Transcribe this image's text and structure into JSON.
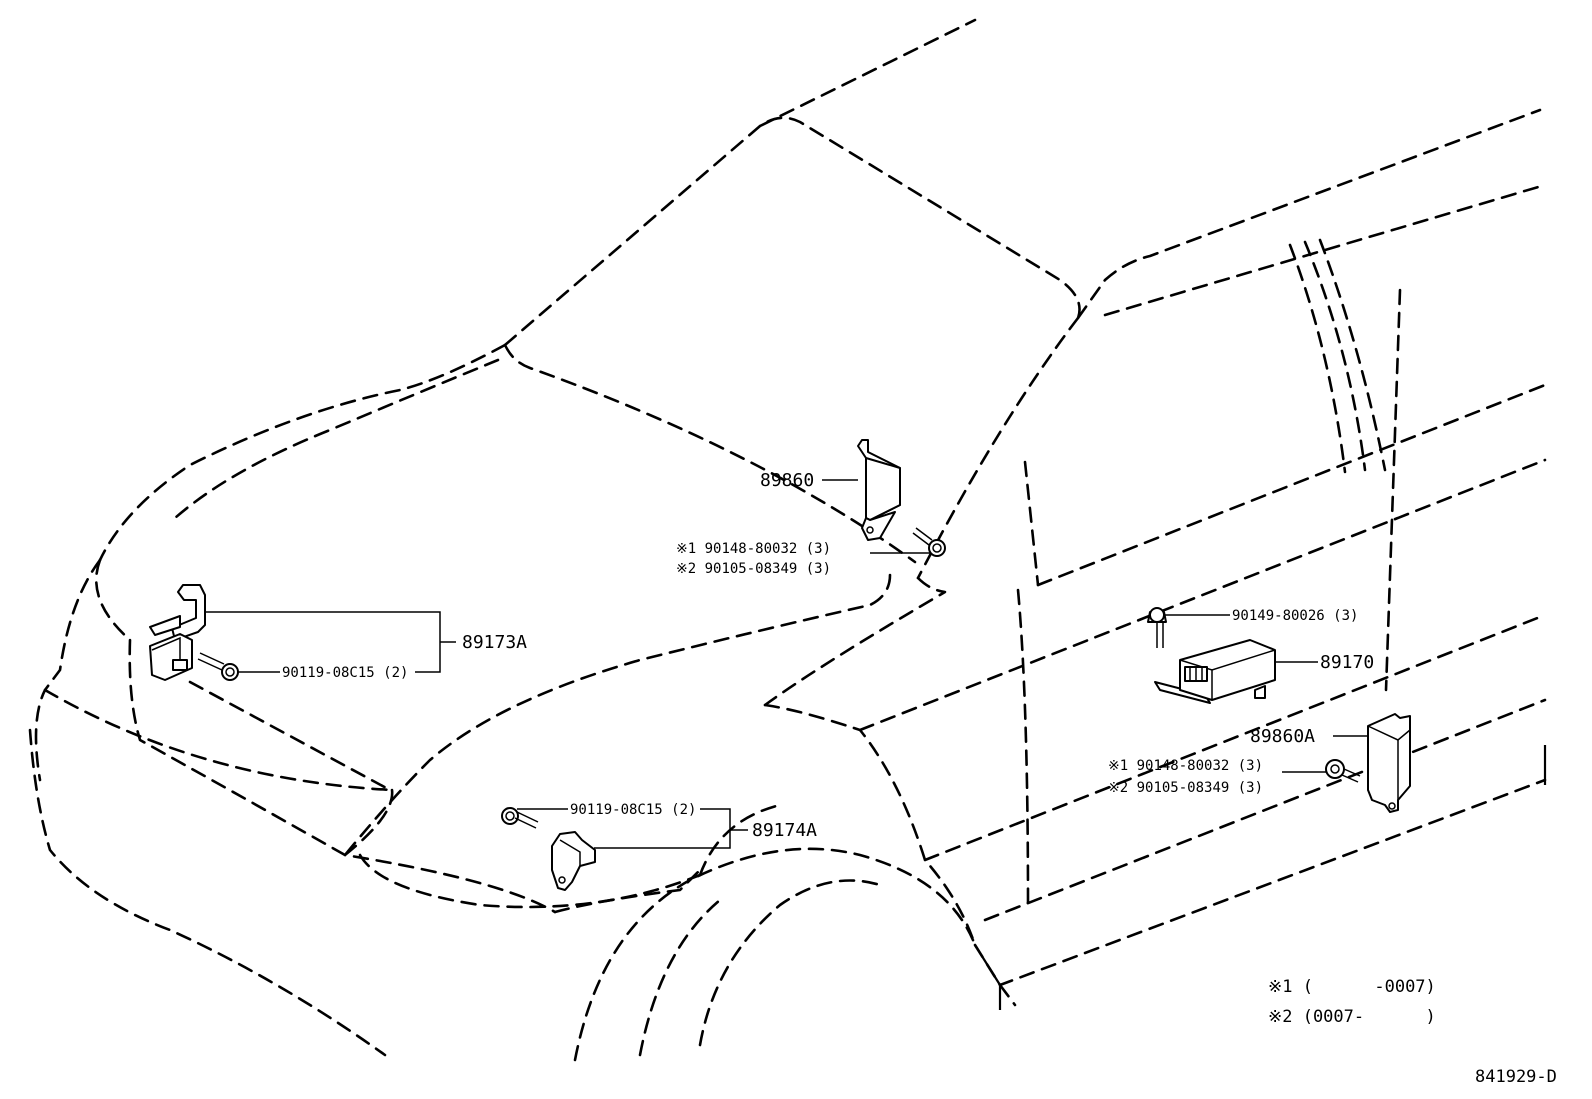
{
  "parts": {
    "p89860": "89860",
    "p89860_b1": "※1  90148-80032 (3)",
    "p89860_b2": "※2  90105-08349 (3)",
    "p89173A": "89173A",
    "p89173A_bolt": "90119-08C15 (2)",
    "p89174A": "89174A",
    "p89174A_bolt": "90119-08C15 (2)",
    "p89170": "89170",
    "p89170_bolt": "90149-80026 (3)",
    "p89860A": "89860A",
    "p89860A_b1": "※1  90148-80032 (3)",
    "p89860A_b2": "※2  90105-08349 (3)"
  },
  "legend": {
    "note1": "※1 (      -0007)",
    "note2": "※2 (0007-      )"
  },
  "diagram_id": "841929-D"
}
